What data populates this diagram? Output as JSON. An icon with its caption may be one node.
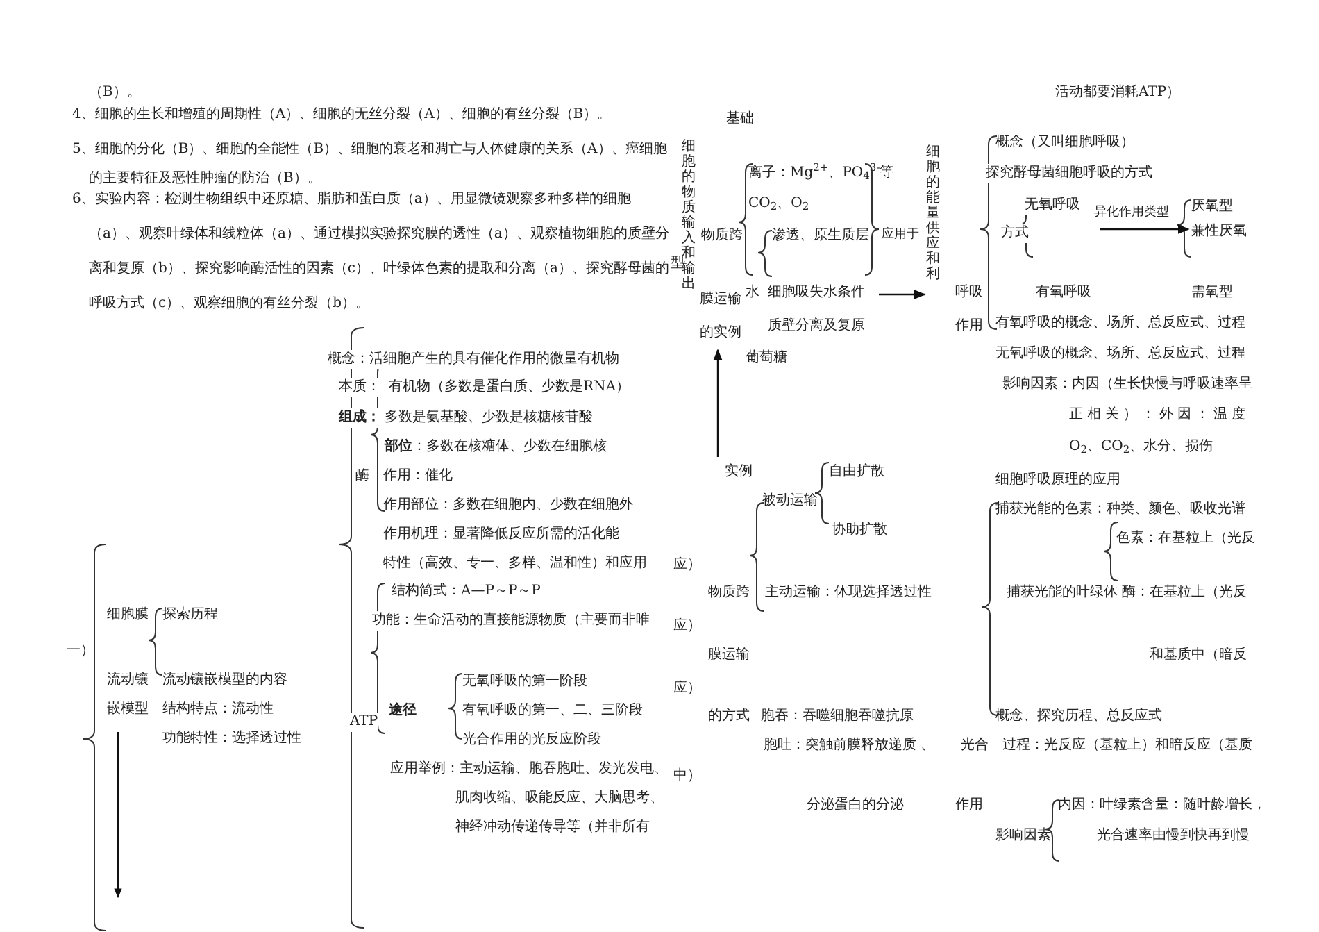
{
  "diagram": {
    "nodes": [
      {
        "text": [
          "实例"
        ]
      },
      {
        "text": [
          "膜运输的实例"
        ]
      },
      {
        "text": [
          "细胞的能量供应和利"
        ]
      },
      {
        "text": [
          "兼性厌氧"
        ]
      }
    ],
    "edges": [
      {
        "from": 0,
        "to": 1,
        "arrow": "to"
      },
      {
        "from": null,
        "to": 2,
        "arrow": "to"
      },
      {
        "from": null,
        "to": 3,
        "arrow": "to",
        "label": "异化作用类型"
      }
    ],
    "labels": [
      "（B）。",
      "4、细胞的生长和增殖的周期性（A）、细胞的无丝分裂（A）、细胞的有丝分裂（B）。",
      "5、细胞的分化（B）、细胞的全能性（B）、细胞的衰老和凋亡与人体健康的关系（A）、癌细胞的主要特征及恶性肿瘤的防治（B）。",
      "6、实验内容：检测生物组织中还原糖、脂肪和蛋白质（a）、用显微镜观察多种多样的细胞（a）、观察叶绿体和线粒体（a）、通过模拟实验探究膜的透性（a）、观察植物细胞的质壁分离和复原（b）、探究影响酶活性的因素（c）、叶绿体色素的提取和分离（a）、探究酵母菌的呼吸方式（c）、观察细胞的有丝分裂（b）。",
      "活动都要消耗ATP）",
      "基础",
      "细胞的物质输入和输出",
      "型",
      "离子：Mg$^{2+}$、PO$_{4}$$^{3-}$等",
      "CO$_{2}$、O$_{2}$",
      "物质跨",
      "渗透、原生质层",
      "应用于",
      "水",
      "细胞吸失水条件",
      "质壁分离及复原",
      "葡萄糖",
      "呼吸",
      "作用",
      "概念（又叫细胞呼吸）",
      "探究酵母菌细胞呼吸的方式",
      "无氧呼吸",
      "厌氧型",
      "方式",
      "有氧呼吸",
      "需氧型",
      "有氧呼吸的概念、场所、总反应式、过程",
      "无氧呼吸的概念、场所、总反应式、过程",
      "影响因素：内因（生长快慢与呼吸速率呈",
      "正相关）：外因：温度",
      "O$_{2}$、CO$_{2}$、水分、损伤",
      "概念：活细胞产生的具有催化作用的微量有机物",
      "本质：",
      "有机物（多数是蛋白质、少数是RNA）",
      "组成：",
      "多数是氨基酸、少数是核糖核苷酸",
      "**部位**：多数在核糖体、少数在细胞核",
      "酶",
      "作用：催化",
      "作用部位：多数在细胞内、少数在细胞外",
      "作用机理：显著降低反应所需的活化能",
      "特性（高效、专一、多样、温和性）和应用",
      "结构简式：A—P～P～P",
      "功能：生命活动的直接能源物质（主要而非唯",
      "无氧呼吸的第一阶段",
      "途径",
      "有氧呼吸的第一、二、三阶段",
      "光合作用的光反应阶段",
      "ATP",
      "应用举例：主动运输、胞吞胞吐、发光发电、",
      "肌肉收缩、吸能反应、大脑思考、",
      "神经冲动传递传导等（并非所有",
      "细胞膜",
      "探索历程",
      "一）",
      "流动镶",
      "流动镶嵌模型的内容",
      "嵌模型",
      "结构特点：流动性",
      "功能特性：选择透过性",
      "自由扩散",
      "细胞呼吸原理的应用",
      "被动运输",
      "捕获光能的色素：种类、颜色、吸收光谱",
      "协助扩散",
      "色素：在基粒上（光反",
      "应）",
      "物质跨",
      "主动运输：体现选择透过性",
      "捕获光能的叶绿体",
      "酶：在基粒上（光反",
      "应）",
      "膜运输",
      "和基质中（暗反",
      "应）",
      "的方式",
      "胞吞：吞噬细胞吞噬抗原",
      "概念、探究历程、总反应式",
      "胞吐：突触前膜释放递质 、",
      "光合",
      "过程：光反应（基粒上）和暗反应（基质",
      "中）",
      "分泌蛋白的分泌",
      "作用",
      "内因：叶绿素含量：随叶龄增长，",
      "影响因素",
      "光合速率由慢到快再到慢"
    ]
  }
}
